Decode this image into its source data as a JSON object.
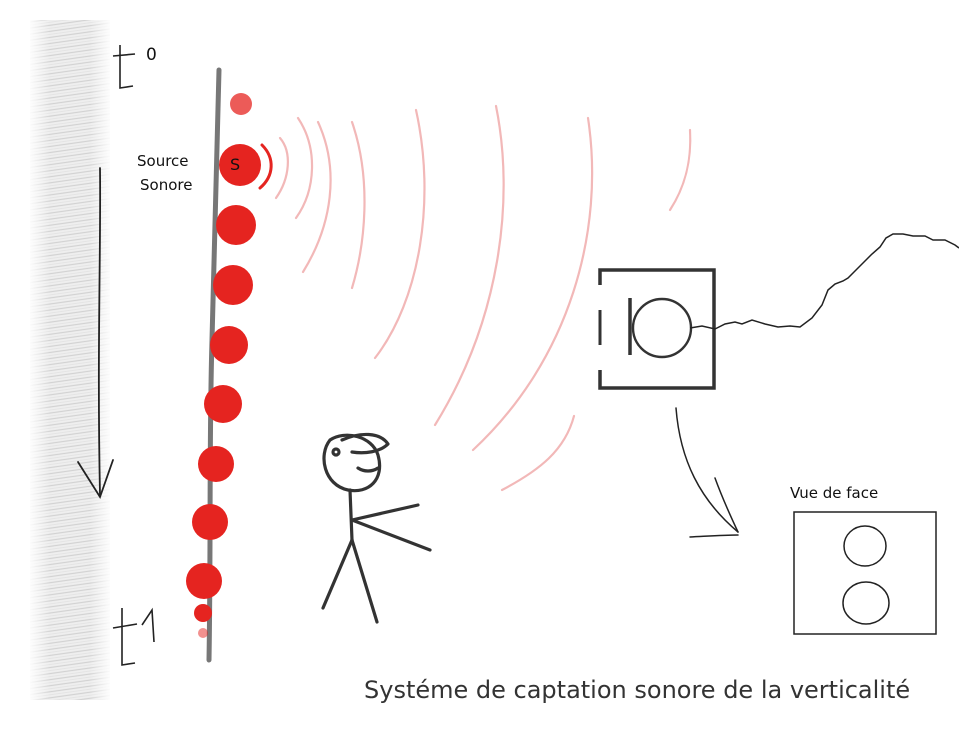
{
  "labels": {
    "t0": "t⁰",
    "t0_base": "t",
    "t0_exp": "0",
    "t1_base": "t",
    "t1_exp": "1",
    "source_line1": "Source",
    "source_line2": "Sonore",
    "source_marker": "S",
    "front_view": "Vue de face",
    "caption": "Systéme de captation sonore de la verticalité"
  },
  "colors": {
    "ball": "#e52420",
    "wave": "#f2b8b8",
    "pole": "#777777",
    "ink": "#222222",
    "wall": "#d9d9d9"
  },
  "balls": [
    {
      "opacity": 0.75
    },
    {
      "opacity": 1
    },
    {
      "opacity": 1
    },
    {
      "opacity": 1
    },
    {
      "opacity": 1
    },
    {
      "opacity": 1
    },
    {
      "opacity": 1
    },
    {
      "opacity": 1
    },
    {
      "opacity": 1
    },
    {
      "opacity": 1
    },
    {
      "opacity": 0.5
    }
  ]
}
